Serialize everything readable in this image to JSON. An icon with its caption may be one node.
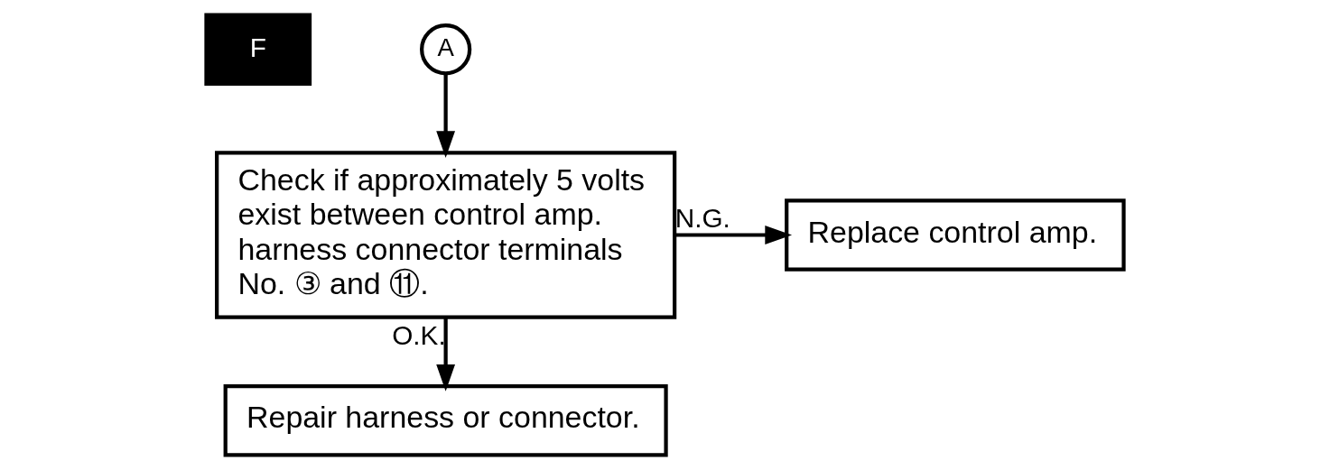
{
  "diagram": {
    "nodes": [
      {
        "text": [
          "A"
        ]
      },
      {
        "text": [
          "Check if approximately 5 volts exist between control amp. harness connector terminals No. ③ and ⑪."
        ]
      },
      {
        "text": [
          "Replace control amp."
        ]
      },
      {
        "text": [
          "Repair harness or connector."
        ]
      }
    ],
    "edges": [
      {
        "from": 0,
        "to": 1,
        "arrow": "to"
      },
      {
        "from": 1,
        "to": 2,
        "arrow": "to",
        "label": "N.G."
      },
      {
        "from": 1,
        "to": 3,
        "arrow": "to",
        "label": "O.K."
      }
    ],
    "labels": [
      "F"
    ]
  }
}
